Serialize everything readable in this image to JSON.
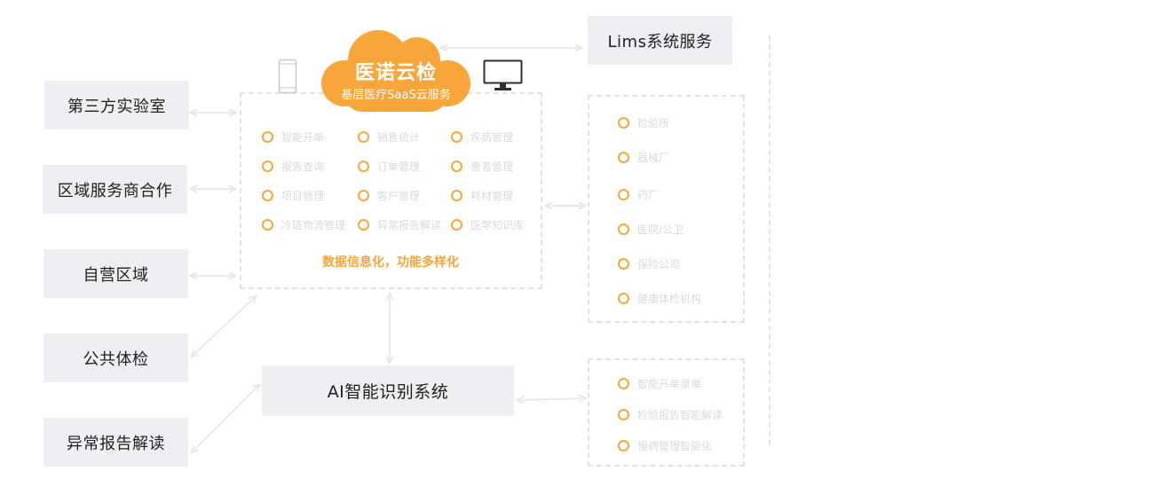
{
  "cloud": {
    "title": "医诺云检",
    "subtitle": "基层医疗SaaS云服务"
  },
  "top_right_box": "Lims系统服务",
  "left_boxes": [
    "第三方实验室",
    "区域服务商合作",
    "自营区域",
    "公共体检",
    "异常报告解读"
  ],
  "center_panel": {
    "features": [
      [
        "智能开单",
        "销售统计",
        "疾病管理"
      ],
      [
        "报告查询",
        "订单管理",
        "患者管理"
      ],
      [
        "项目管理",
        "客户管理",
        "耗材管理"
      ],
      [
        "冷链物流管理",
        "异常报告解读",
        "医学知识库"
      ]
    ],
    "tagline": "数据信息化，功能多样化"
  },
  "ai_box": "AI智能识别系统",
  "right_panel_top": {
    "items": [
      "检验所",
      "器械厂",
      "药厂",
      "医院/公卫",
      "保险公司",
      "健康体检机构"
    ]
  },
  "right_panel_bottom": {
    "items": [
      "智能开单录单",
      "检验报告智能解读",
      "慢病管理智能化"
    ]
  },
  "colors": {
    "accent": "#f5a637",
    "box_bg": "#eeeff2",
    "dashed": "#e2e2e2",
    "faint_text": "#dadada"
  },
  "icons": [
    "phone-icon",
    "monitor-icon",
    "cloud-icon"
  ]
}
